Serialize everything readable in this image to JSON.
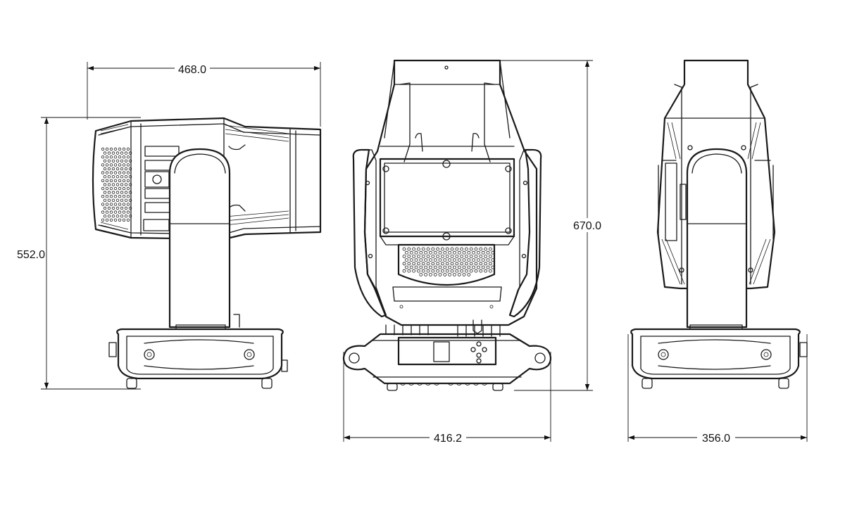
{
  "drawing": {
    "views": [
      "side-view",
      "front-view",
      "rear-side-view"
    ],
    "dimensions": {
      "side_width": "468.0",
      "side_height": "552.0",
      "total_height": "670.0",
      "front_width": "416.2",
      "right_width": "356.0"
    },
    "unit": "",
    "line_color": "#1a1a1a",
    "background": "#ffffff"
  }
}
